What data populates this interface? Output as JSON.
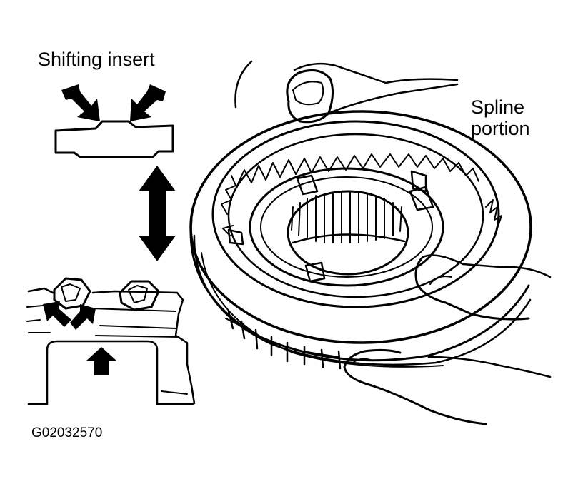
{
  "labels": {
    "shifting_insert": "Shifting insert",
    "spline_line1": "Spline",
    "spline_line2": "portion",
    "figure_code": "G02032570"
  },
  "colors": {
    "ink": "#000000",
    "paper": "#ffffff"
  }
}
